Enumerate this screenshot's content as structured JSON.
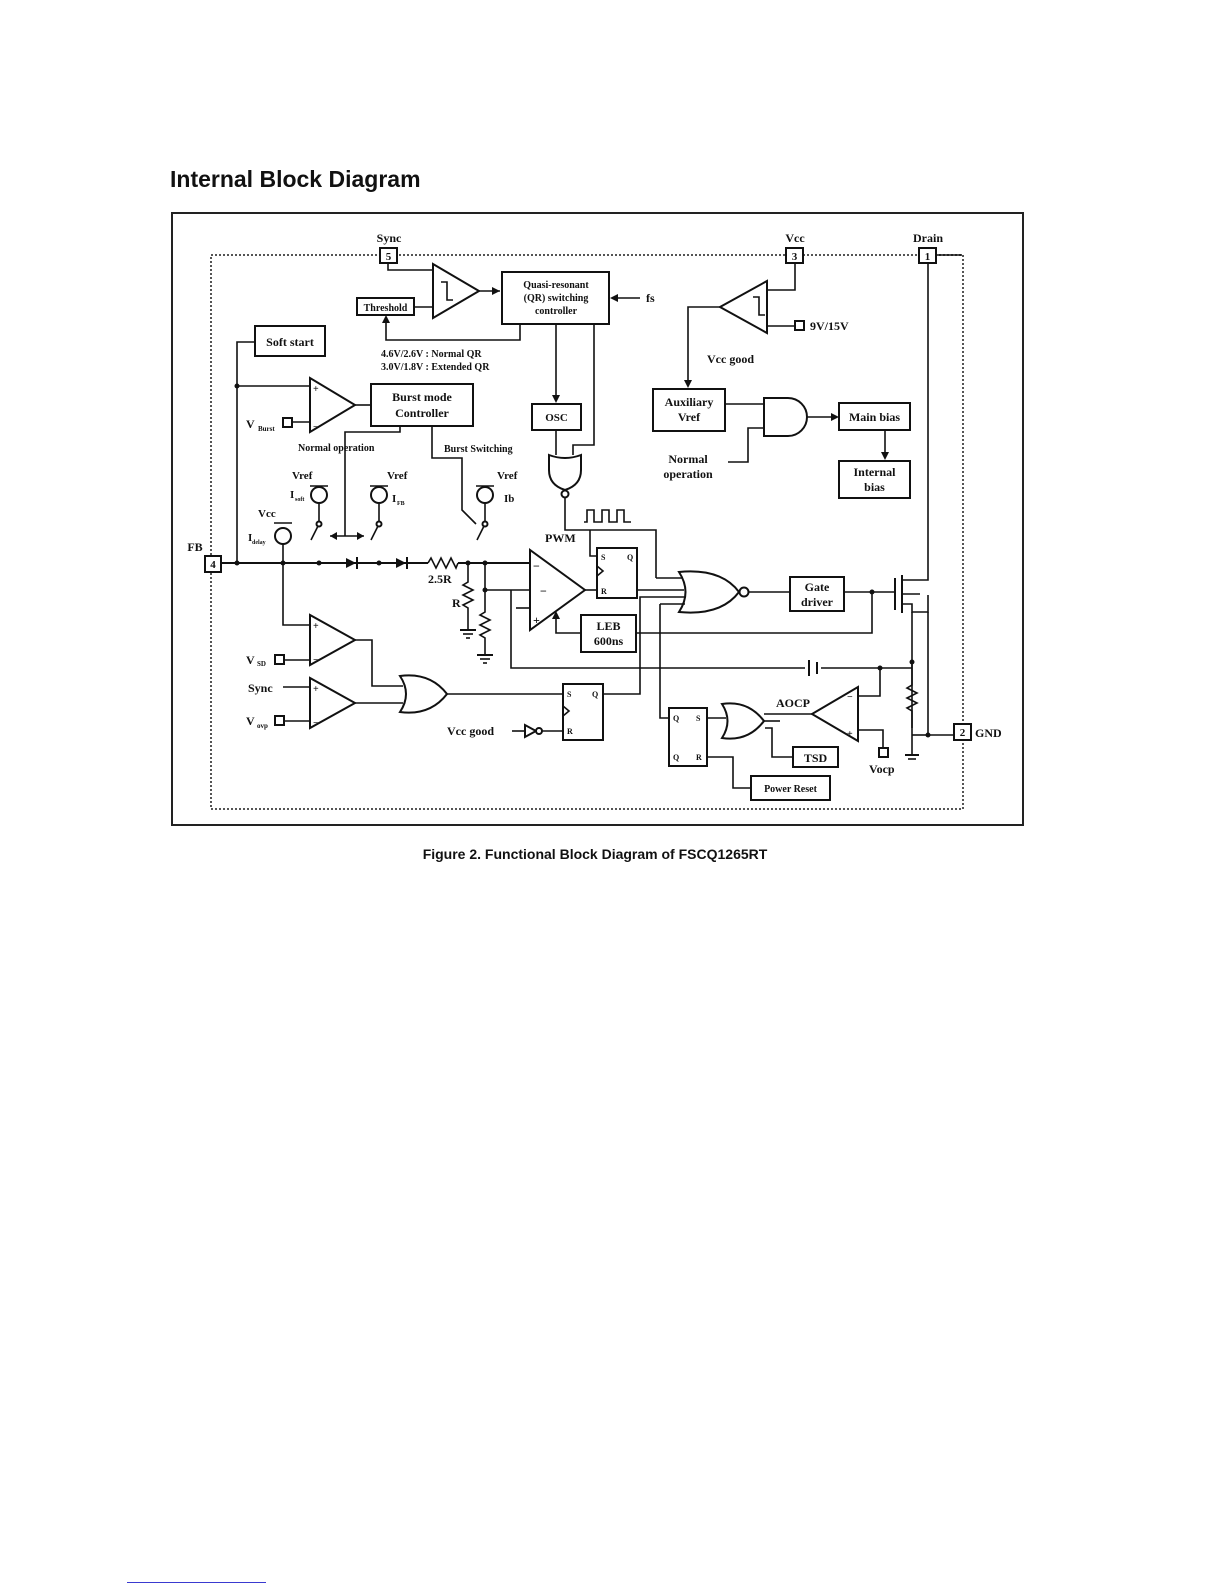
{
  "page": {
    "section_title": "Internal Block Diagram",
    "caption": "Figure 2. Functional Block Diagram of FSCQ1265RT"
  },
  "pins": {
    "sync": {
      "number": "5",
      "label": "Sync"
    },
    "vcc": {
      "number": "3",
      "label": "Vcc"
    },
    "drain": {
      "number": "1",
      "label": "Drain"
    },
    "fb": {
      "number": "4",
      "label": "FB"
    },
    "gnd": {
      "number": "2",
      "label": "GND"
    }
  },
  "blocks": {
    "threshold": "Threshold",
    "qr_controller": [
      "Quasi-resonant",
      "(QR) switching",
      "controller"
    ],
    "fs": "fs",
    "soft_start": "Soft start",
    "burst_controller": [
      "Burst mode",
      "Controller"
    ],
    "osc": "OSC",
    "aux_vref": [
      "Auxiliary",
      "Vref"
    ],
    "main_bias": "Main bias",
    "internal_bias": [
      "Internal",
      "bias"
    ],
    "gate_driver": [
      "Gate",
      "driver"
    ],
    "leb": [
      "LEB",
      "600ns"
    ],
    "tsd": "TSD",
    "power_reset": "Power Reset"
  },
  "labels": {
    "uvlo": "9V/15V",
    "vcc_good": "Vcc good",
    "normal_operation_gate": [
      "Normal",
      "operation"
    ],
    "qr_normal": "4.6V/2.6V : Normal QR",
    "qr_extended": "3.0V/1.8V : Extended QR",
    "v_burst": "V",
    "v_burst_sub": "Burst",
    "normal_operation": "Normal operation",
    "burst_switching": "Burst Switching",
    "vref": "Vref",
    "i_soft": "I",
    "i_soft_sub": "soft",
    "i_fb": "I",
    "i_fb_sub": "FB",
    "ib": "Ib",
    "vcc_src": "Vcc",
    "i_delay": "I",
    "i_delay_sub": "delay",
    "pwm": "PWM",
    "r25": "2.5R",
    "r": "R",
    "v_sd": "V",
    "v_sd_sub": "SD",
    "sync_in": "Sync",
    "v_ovp": "V",
    "v_ovp_sub": "ovp",
    "vcc_good_low": "Vcc good",
    "aocp": "AOCP",
    "vocp": "Vocp",
    "ff_s": "S",
    "ff_r": "R",
    "ff_q": "Q"
  }
}
